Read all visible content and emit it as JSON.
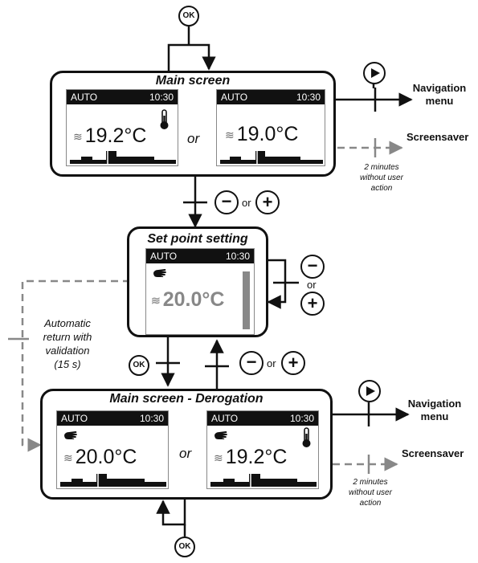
{
  "buttons": {
    "ok": "OK",
    "minus": "−",
    "plus": "+"
  },
  "connector_or": "or",
  "main_screen": {
    "title": "Main screen",
    "left_display": {
      "mode": "AUTO",
      "time": "10:30",
      "temperature": "19.2°C",
      "icons": [
        "heat-waves-icon",
        "thermometer-icon"
      ]
    },
    "or_label": "or",
    "right_display": {
      "mode": "AUTO",
      "time": "10:30",
      "temperature": "19.0°C",
      "icons": [
        "heat-waves-icon"
      ]
    }
  },
  "set_point": {
    "title": "Set point setting",
    "display": {
      "mode": "AUTO",
      "time": "10:30",
      "temperature": "20.0°C",
      "icons": [
        "hand-icon",
        "heat-waves-icon"
      ]
    }
  },
  "derogation": {
    "title": "Main screen - Derogation",
    "left_display": {
      "mode": "AUTO",
      "time": "10:30",
      "temperature": "20.0°C",
      "icons": [
        "hand-icon",
        "heat-waves-icon"
      ]
    },
    "or_label": "or",
    "right_display": {
      "mode": "AUTO",
      "time": "10:30",
      "temperature": "19.2°C",
      "icons": [
        "hand-icon",
        "heat-waves-icon",
        "thermometer-icon"
      ]
    }
  },
  "navigation_label_1": "Navigation",
  "navigation_label_2": "menu",
  "screensaver_label": "Screensaver",
  "timeout_note": [
    "2 minutes",
    "without user",
    "action"
  ],
  "auto_return_note": [
    "Automatic",
    "return with",
    "validation",
    "(15 s)"
  ],
  "colors": {
    "line": "#111111",
    "dashed": "#888888",
    "lcd_header": "#111111",
    "lcd_grey_text": "#888888"
  }
}
